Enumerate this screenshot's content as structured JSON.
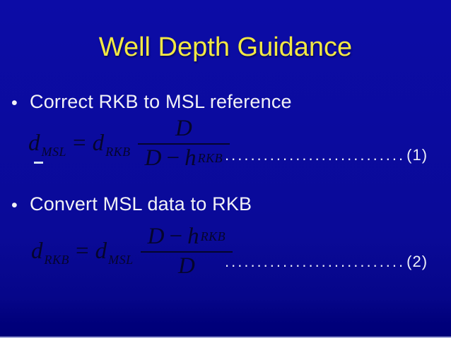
{
  "slide": {
    "title": "Well Depth Guidance",
    "bullet_char": "•",
    "bullets": [
      {
        "label": "Correct RKB to MSL reference"
      },
      {
        "label": "Convert MSL data to RKB"
      }
    ]
  },
  "equations": {
    "eq1": {
      "lhs_base": "d",
      "lhs_sub": "MSL",
      "equals": "=",
      "rhs_base": "d",
      "rhs_sub": "RKB",
      "num_D": "D",
      "den_D": "D",
      "den_minus": "−",
      "den_h": "h",
      "den_h_sub": "RKB",
      "leader_dots": "............................",
      "label": "(1)"
    },
    "eq2": {
      "lhs_base": "d",
      "lhs_sub": "RKB",
      "equals": "=",
      "rhs_base": "d",
      "rhs_sub": "MSL",
      "num_D": "D",
      "num_minus": "−",
      "num_h": "h",
      "num_h_sub": "RKB",
      "den_D": "D",
      "leader_dots": "............................",
      "label": "(2)"
    }
  },
  "colors": {
    "background_top": "#0c0ca6",
    "background_main": "#0a0a99",
    "background_bottom": "#000078",
    "title_text": "#f2e843",
    "body_text": "#f1f1f6",
    "formula_text": "#05052c",
    "leader_text": "#eef0f8",
    "bottom_edge_line": "#a3a8d8",
    "underscore_mark": "#d5e3f2"
  }
}
